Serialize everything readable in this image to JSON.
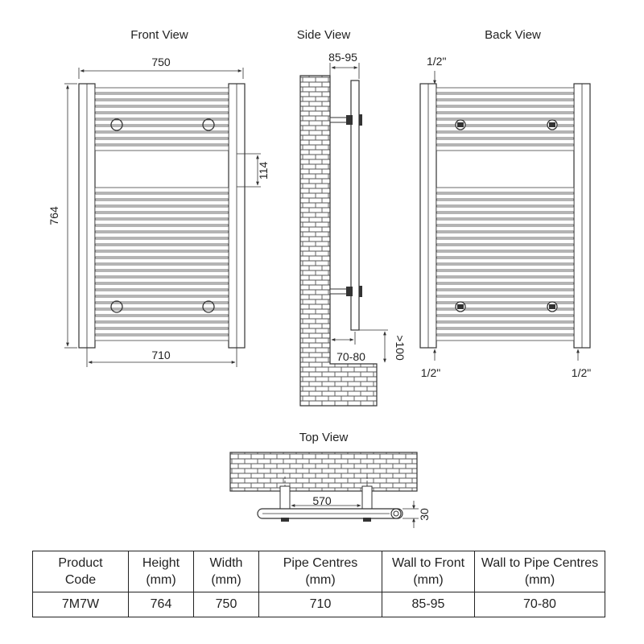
{
  "views": {
    "front": {
      "title": "Front View",
      "width": "750",
      "height": "764",
      "pipe_spacing": "114",
      "pipe_centres": "710"
    },
    "side": {
      "title": "Side View",
      "wall_to_front": "85-95",
      "wall_to_pipe": "70-80",
      "floor_clearance": ">100"
    },
    "back": {
      "title": "Back View",
      "pipe_size_top": "1/2\"",
      "pipe_size_left": "1/2\"",
      "pipe_size_right": "1/2\""
    },
    "top": {
      "title": "Top View",
      "width": "570",
      "depth": "30"
    }
  },
  "spec_table": {
    "headers": [
      {
        "line1": "Product",
        "line2": "Code"
      },
      {
        "line1": "Height",
        "line2": "(mm)"
      },
      {
        "line1": "Width",
        "line2": "(mm)"
      },
      {
        "line1": "Pipe Centres",
        "line2": "(mm)"
      },
      {
        "line1": "Wall to Front",
        "line2": "(mm)"
      },
      {
        "line1": "Wall to Pipe Centres",
        "line2": "(mm)"
      }
    ],
    "row": [
      "7M7W",
      "764",
      "750",
      "710",
      "85-95",
      "70-80"
    ]
  }
}
